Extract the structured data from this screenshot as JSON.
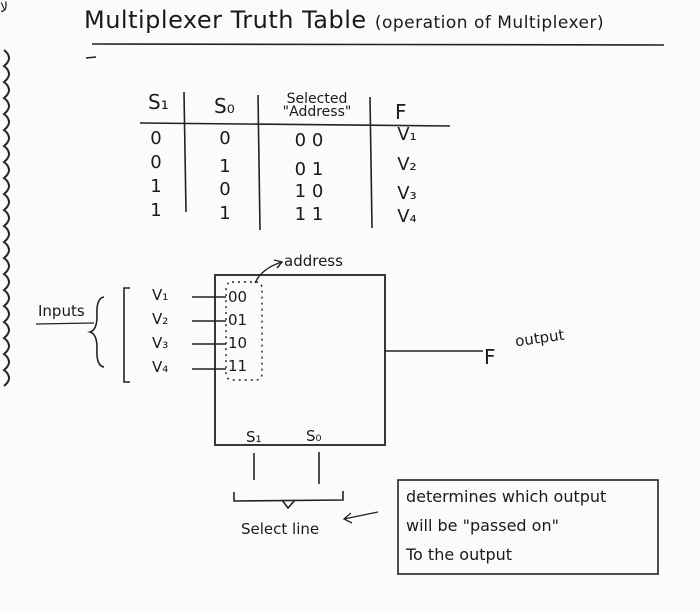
{
  "margin_mark": "ﻻ",
  "title": {
    "main": "Multiplexer Truth Table",
    "sub": "(operation of Multiplexer)"
  },
  "truth_table": {
    "headers": {
      "s1": "S₁",
      "s0": "S₀",
      "selected_line1": "Selected",
      "selected_line2": "\"Address\"",
      "f": "F"
    },
    "rows": [
      {
        "s1": "0",
        "s0": "0",
        "addr": "0 0",
        "f": "V₁"
      },
      {
        "s1": "0",
        "s0": "1",
        "addr": "0 1",
        "f": "V₂"
      },
      {
        "s1": "1",
        "s0": "0",
        "addr": "1 0",
        "f": "V₃"
      },
      {
        "s1": "1",
        "s0": "1",
        "addr": "1 1",
        "f": "V₄"
      }
    ]
  },
  "diagram": {
    "inputs_label": "Inputs",
    "inputs": [
      "V₁",
      "V₂",
      "V₃",
      "V₄"
    ],
    "addresses": [
      "00",
      "01",
      "10",
      "11"
    ],
    "address_label": "address",
    "select_pins": [
      "S₁",
      "S₀"
    ],
    "output_letter": "F",
    "output_label": "output",
    "select_line_label": "Select line",
    "note_lines": [
      "determines which output",
      "will be \"passed on\"",
      "To the output"
    ]
  }
}
